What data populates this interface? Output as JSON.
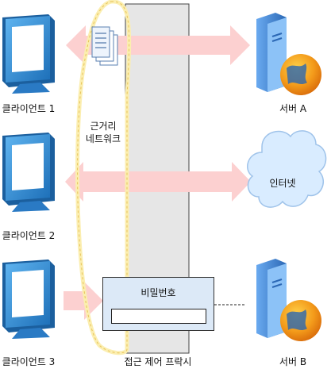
{
  "labels": {
    "client1": "클라이언트 1",
    "client2": "클라이언트 2",
    "client3": "클라이언트 3",
    "serverA": "서버 A",
    "serverB": "서버 B",
    "internet": "인터넷",
    "proxy": "접근 제어 프락시",
    "lan_line1": "근거리",
    "lan_line2": "네트워크",
    "password_title": "비밀번호"
  },
  "password_input": {
    "value": ""
  },
  "colors": {
    "arrow": "#fcd0d0",
    "proxy_wall": "#e6e6e6",
    "lan_ring": "#f9e88a",
    "cloud": "#d9ecff",
    "monitor": "#2f8fd8",
    "server": "#3a83d6",
    "password_panel": "#dce9f7"
  }
}
